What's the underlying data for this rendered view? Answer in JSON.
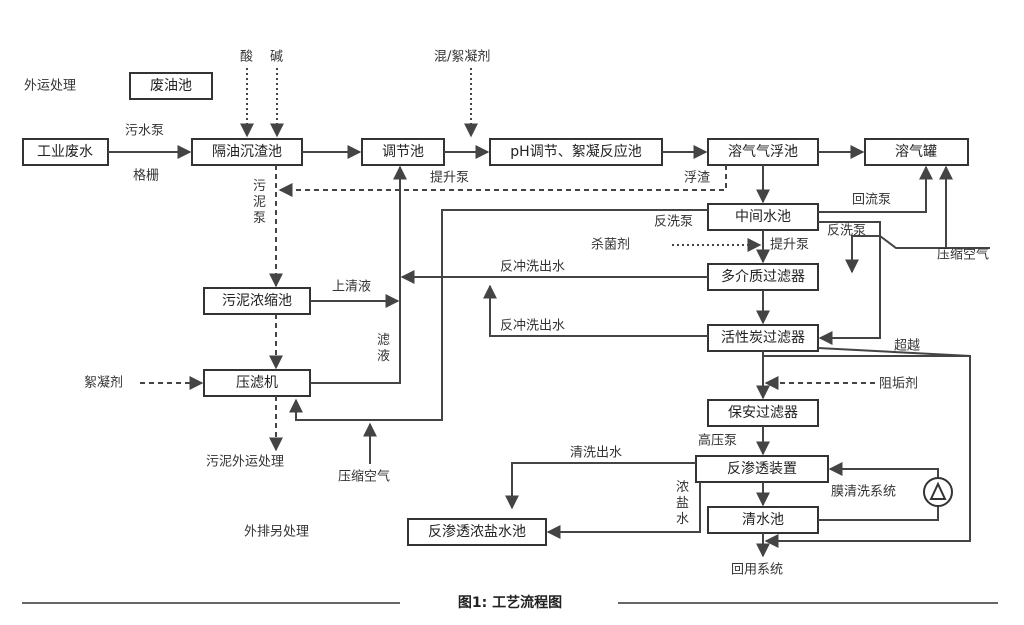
{
  "boxes": {
    "waste_oil": "废油池",
    "industrial_wastewater": "工业废水",
    "oil_separation": "隔油沉渣池",
    "regulating": "调节池",
    "ph_reaction": "pH调节、絮凝反应池",
    "daf": "溶气气浮池",
    "air_tank": "溶气罐",
    "intermediate": "中间水池",
    "multimedia": "多介质过滤器",
    "carbon": "活性炭过滤器",
    "thickener": "污泥浓缩池",
    "filter_press": "压滤机",
    "security_filter": "保安过滤器",
    "ro_device": "反渗透装置",
    "clear_water": "清水池",
    "ro_brine": "反渗透浓盐水池"
  },
  "labels": {
    "external_treatment": "外运处理",
    "acid": "酸",
    "alkali": "碱",
    "coagulant": "混/絮凝剂",
    "sewage_pump": "污水泵",
    "grille": "格栅",
    "sludge_pump": "污泥泵",
    "lift_pump": "提升泵",
    "scum": "浮渣",
    "return_pump": "回流泵",
    "backwash_pump_1": "反洗泵",
    "backwash_pump_2": "反洗泵",
    "disinfectant": "杀菌剂",
    "lift_pump_2": "提升泵",
    "compressed_air_right": "压缩空气",
    "backwash_out_1": "反冲洗出水",
    "backwash_out_2": "反冲洗出水",
    "supernatant": "上清液",
    "filtrate": "滤液",
    "flocculant": "絮凝剂",
    "bypass": "超越",
    "antiscalant": "阻垢剂",
    "sludge_outward": "污泥外运处理",
    "compressed_air_bottom": "压缩空气",
    "high_pressure_pump": "高压泵",
    "cleaning_out": "清洗出水",
    "concentrate": "浓盐水",
    "membrane_cleaning": "膜清洗系统",
    "discharge_other": "外排另处理",
    "reuse": "回用系统"
  },
  "caption": "图1: 工艺流程图"
}
